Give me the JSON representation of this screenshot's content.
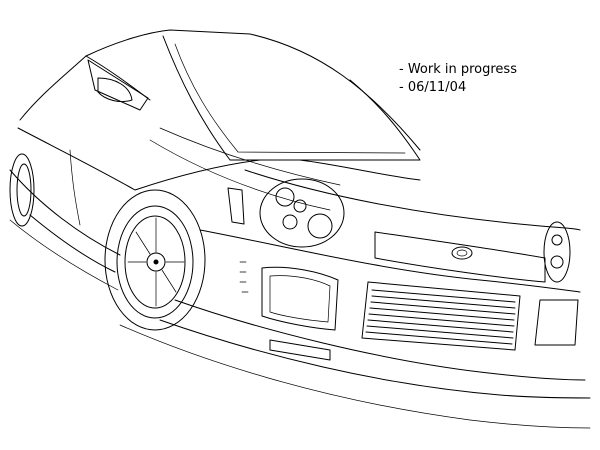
{
  "notes": {
    "line1": "- Work in progress",
    "line2": "- 06/11/04"
  },
  "colors": {
    "background": "#ffffff",
    "line": "#000000"
  },
  "drawing": {
    "subject": "car line-art sketch"
  }
}
